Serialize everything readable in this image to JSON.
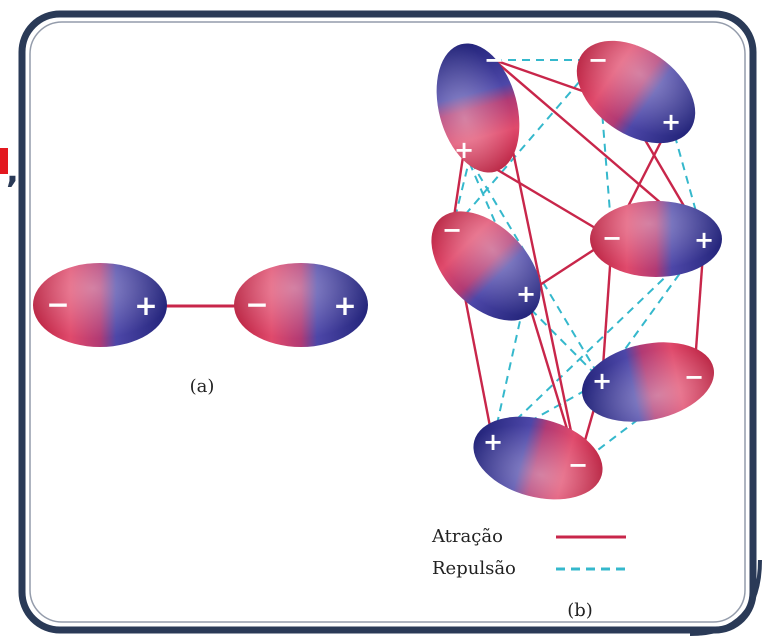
{
  "colors": {
    "frame": "#2a3a57",
    "attraction": "#c8264a",
    "repulsion": "#35b8cc",
    "positive": "#3a3c9c",
    "negative": "#d8325a",
    "red_mark": "#e3181f"
  },
  "clipped_left_text": ",",
  "diagram_a": {
    "caption": "(a)",
    "negative_sign": "−",
    "positive_sign": "+"
  },
  "diagram_b": {
    "caption": "(b)",
    "negative_sign": "−",
    "positive_sign": "+"
  },
  "legend": {
    "attraction_label": "Atração",
    "repulsion_label": "Repulsão"
  }
}
